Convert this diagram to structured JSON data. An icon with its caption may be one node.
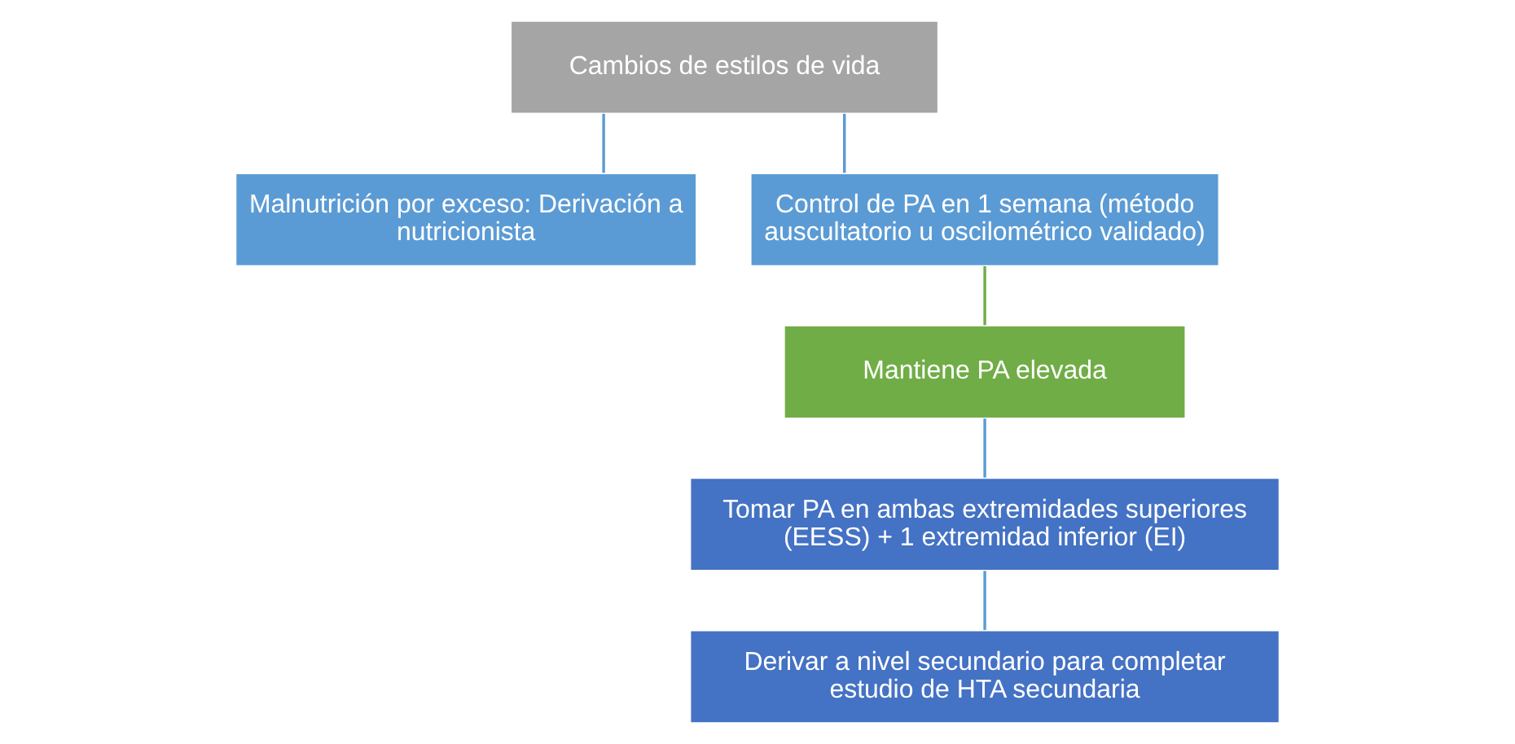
{
  "diagram": {
    "nodes": [
      {
        "text": [
          "Cambios de estilos de vida"
        ]
      },
      {
        "text": [
          "Malnutrición por exceso: Derivación a nutricionista"
        ]
      },
      {
        "text": [
          "Control de PA en 1 semana (método auscultatorio u oscilométrico validado)"
        ]
      },
      {
        "text": [
          "Mantiene PA elevada"
        ]
      },
      {
        "text": [
          "Tomar PA en ambas extremidades superiores (EESS) + 1 extremidad inferior (EI)"
        ]
      },
      {
        "text": [
          "Derivar a nivel secundario para completar estudio de HTA secundaria"
        ]
      }
    ],
    "edges": [
      {
        "from": 0,
        "to": 1,
        "arrow": "none"
      },
      {
        "from": 0,
        "to": 2,
        "arrow": "none"
      },
      {
        "from": 2,
        "to": 3,
        "arrow": "none",
        "color": "#70ad47"
      },
      {
        "from": 3,
        "to": 4,
        "arrow": "none"
      },
      {
        "from": 4,
        "to": 5,
        "arrow": "none"
      }
    ]
  }
}
